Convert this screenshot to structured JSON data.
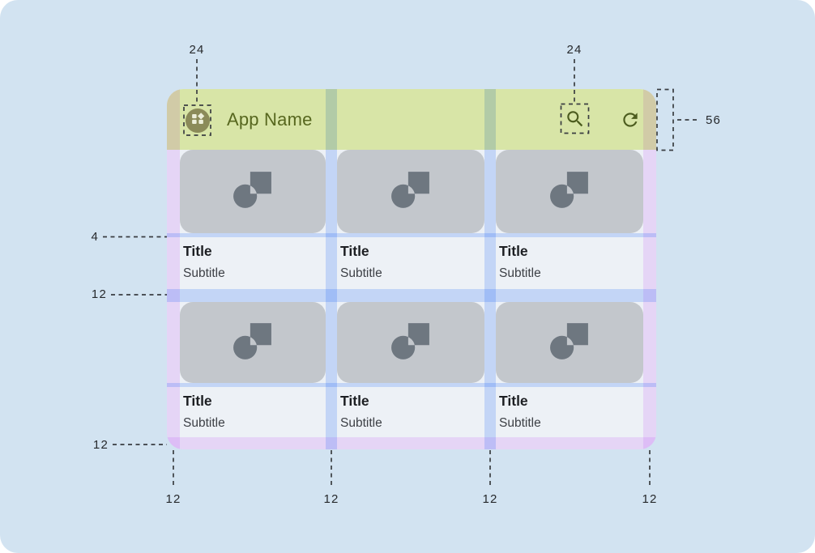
{
  "appbar": {
    "title": "App Name",
    "logo_icon": "dashboard-logo-icon",
    "search_icon": "search-icon",
    "refresh_icon": "refresh-icon"
  },
  "cards": [
    {
      "title": "Title",
      "subtitle": "Subtitle"
    },
    {
      "title": "Title",
      "subtitle": "Subtitle"
    },
    {
      "title": "Title",
      "subtitle": "Subtitle"
    },
    {
      "title": "Title",
      "subtitle": "Subtitle"
    },
    {
      "title": "Title",
      "subtitle": "Subtitle"
    },
    {
      "title": "Title",
      "subtitle": "Subtitle"
    }
  ],
  "annotations": {
    "logo_size": "24",
    "search_size": "24",
    "appbar_height": "56",
    "gap_image_text": "4",
    "row_gap": "12",
    "bottom_margin": "12",
    "col_marks": [
      "12",
      "12",
      "12",
      "12"
    ]
  },
  "colors": {
    "canvas": "#d2e3f1",
    "appbar_green": "#d8e5a7",
    "overlay_purple": "#f7e2ff",
    "overlay_blue": "#d2e2ff",
    "surface": "#edf1f6",
    "image_placeholder_bg": "#c3c7cc",
    "image_placeholder_icon": "#6e7780",
    "icon_dark_olive": "#4c5c1e"
  }
}
